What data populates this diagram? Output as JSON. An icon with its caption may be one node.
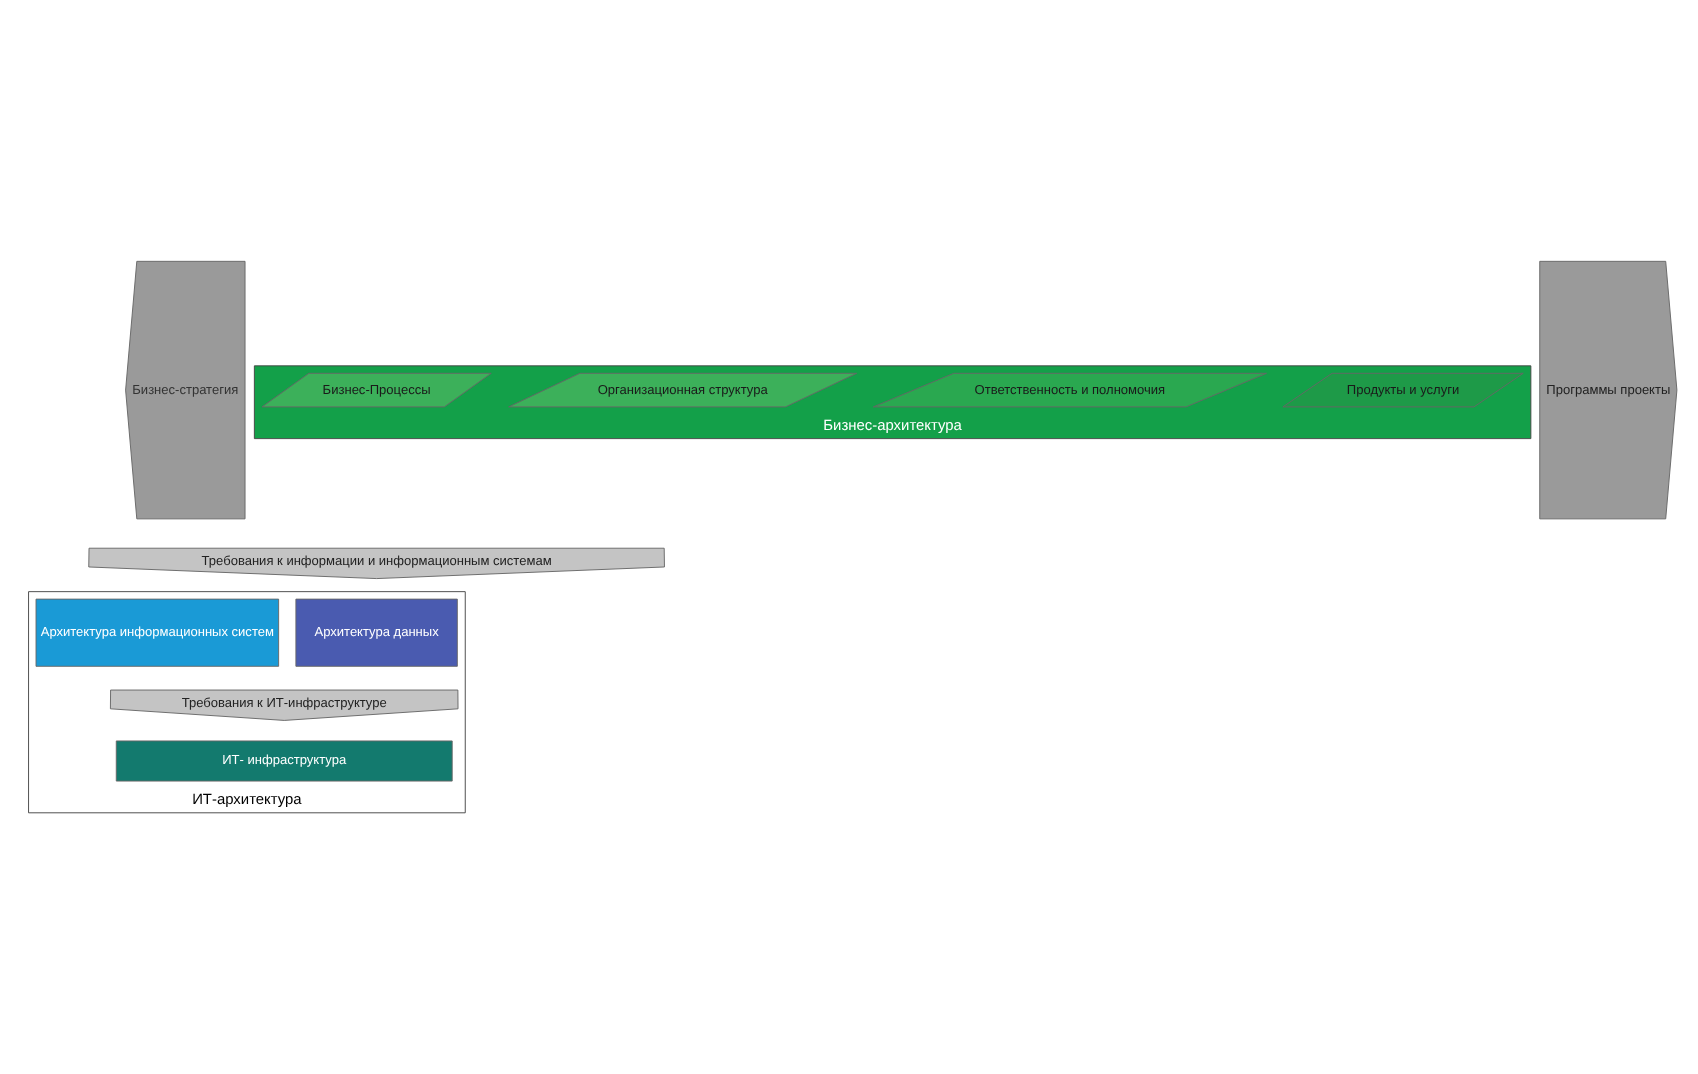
{
  "diagram": {
    "nodes": [
      {
        "text": [
          "Бизнес-стратегия"
        ]
      },
      {
        "text": [
          "Бизнес-архитектура"
        ]
      },
      {
        "text": [
          "Бизнес-Процессы"
        ],
        "in": 1
      },
      {
        "text": [
          "Организационная структура"
        ],
        "in": 1
      },
      {
        "text": [
          "Ответственность и полномочия"
        ],
        "in": 1
      },
      {
        "text": [
          "Продукты и услуги"
        ],
        "in": 1
      },
      {
        "text": [
          "Требования к информации и информационным системам"
        ]
      },
      {
        "text": [
          "ИТ-архитектура"
        ]
      },
      {
        "text": [
          "Архитектура данных"
        ],
        "in": 7
      },
      {
        "text": [
          "Архитектура информационных систем"
        ],
        "in": 7
      },
      {
        "text": [
          "Требования к ИТ-инфраструктуре"
        ],
        "in": 7
      },
      {
        "text": [
          "ИТ- инфраструктура"
        ],
        "in": 7
      },
      {
        "text": [
          "Программы проекты"
        ]
      }
    ]
  }
}
